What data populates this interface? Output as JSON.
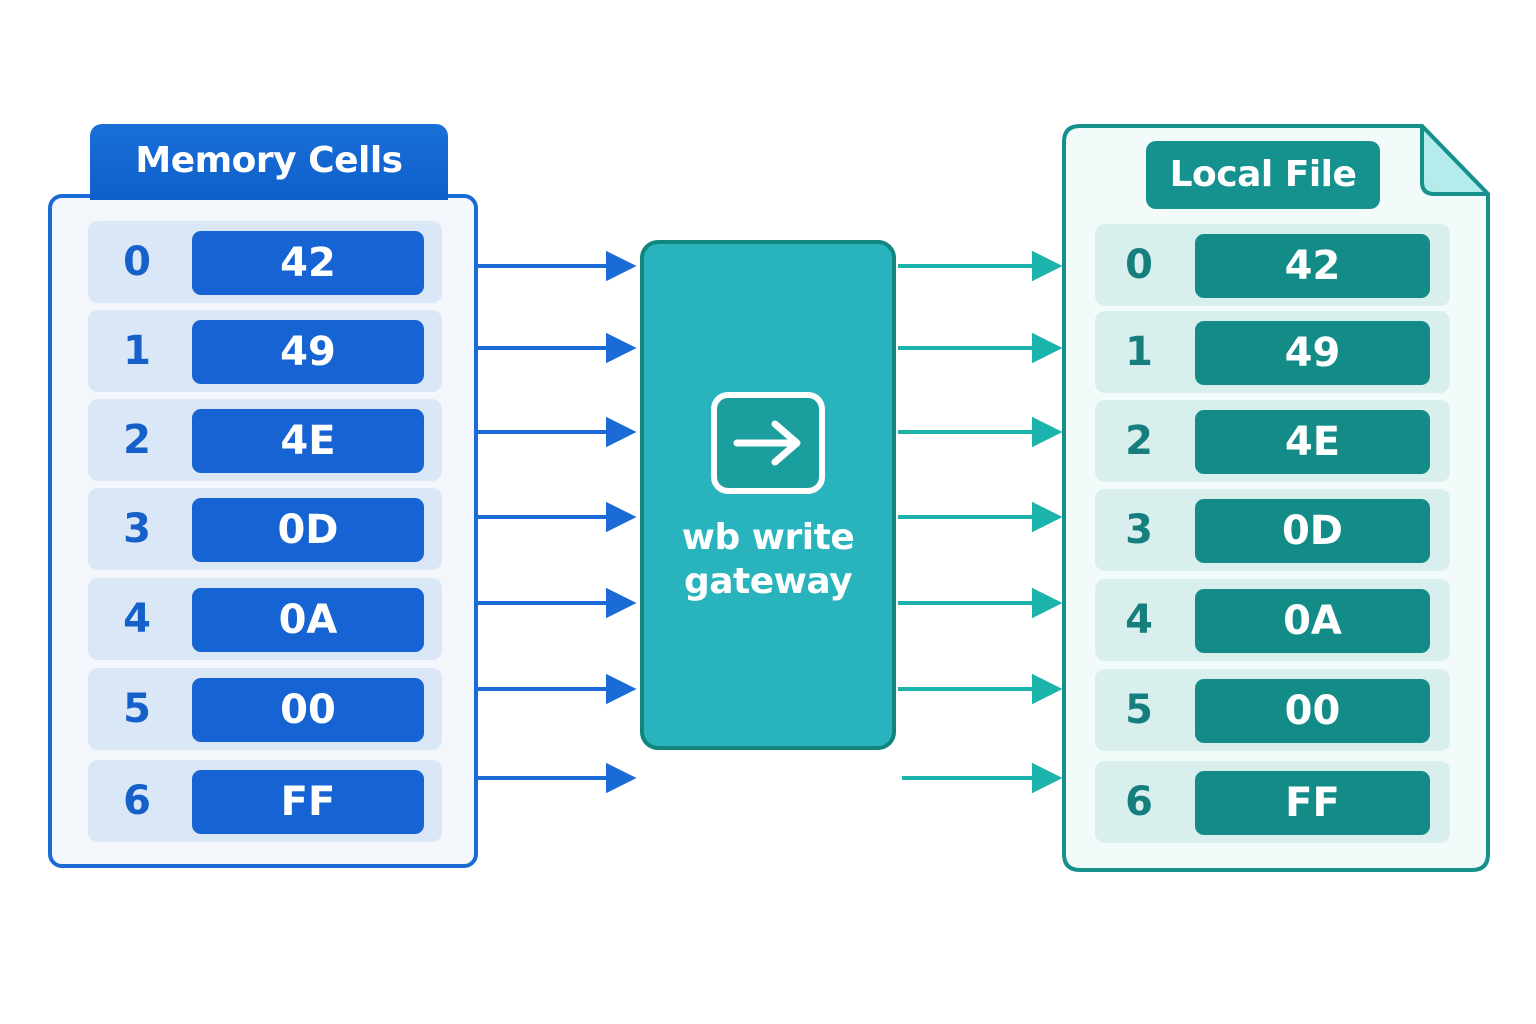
{
  "memory": {
    "title": "Memory Cells",
    "cells": [
      {
        "index": "0",
        "value": "42"
      },
      {
        "index": "1",
        "value": "49"
      },
      {
        "index": "2",
        "value": "4E"
      },
      {
        "index": "3",
        "value": "0D"
      },
      {
        "index": "4",
        "value": "0A"
      },
      {
        "index": "5",
        "value": "00"
      },
      {
        "index": "6",
        "value": "FF"
      }
    ]
  },
  "gateway": {
    "line1": "wb write",
    "line2": "gateway",
    "icon": "arrow-right-icon"
  },
  "file": {
    "title": "Local File",
    "cells": [
      {
        "index": "0",
        "value": "42"
      },
      {
        "index": "1",
        "value": "49"
      },
      {
        "index": "2",
        "value": "4E"
      },
      {
        "index": "3",
        "value": "0D"
      },
      {
        "index": "4",
        "value": "0A"
      },
      {
        "index": "5",
        "value": "00"
      },
      {
        "index": "6",
        "value": "FF"
      }
    ]
  },
  "colors": {
    "memory_accent": "#1663d3",
    "file_accent": "#138c88",
    "gateway_fill": "#29b3bd",
    "arrow_left": "#1b6bd6",
    "arrow_right": "#1db3ad"
  }
}
